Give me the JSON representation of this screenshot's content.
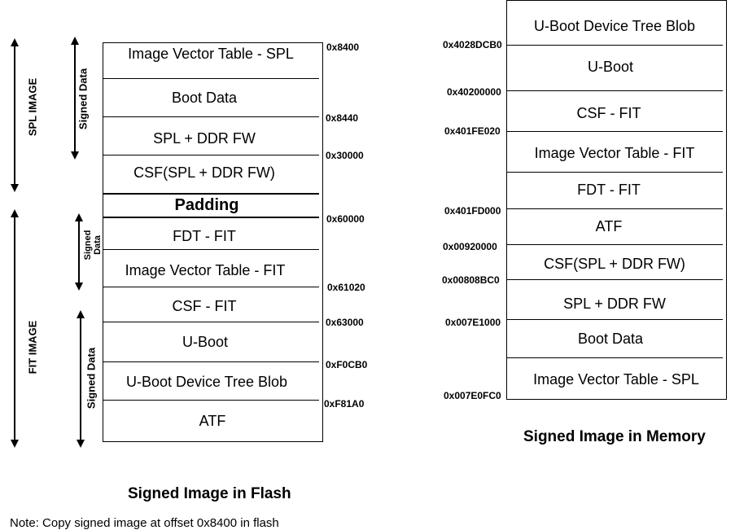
{
  "flash": {
    "segments": [
      "Image Vector Table - SPL",
      "Boot Data",
      "SPL + DDR FW",
      "CSF(SPL + DDR FW)",
      "Padding",
      "FDT - FIT",
      "Image Vector Table - FIT",
      "CSF - FIT",
      "U-Boot",
      "U-Boot Device Tree Blob",
      "ATF"
    ],
    "addresses": [
      "0x8400",
      "0x8440",
      "0x30000",
      "0x60000",
      "0x61020",
      "0x63000",
      "0xF0CB0",
      "0xF81A0"
    ],
    "side_labels": {
      "spl_image": "SPL IMAGE",
      "fit_image": "FIT IMAGE",
      "signed_data_1": "Signed Data",
      "signed_data_2": "Signed Data",
      "signed_data_3": "Signed Data"
    },
    "caption": "Signed Image in Flash",
    "note": "Note: Copy signed image at offset 0x8400 in flash"
  },
  "memory": {
    "segments": [
      "U-Boot Device Tree Blob",
      "U-Boot",
      "CSF - FIT",
      "Image Vector Table - FIT",
      "FDT - FIT",
      "ATF",
      "CSF(SPL + DDR FW)",
      "SPL + DDR FW",
      "Boot Data",
      "Image Vector Table - SPL"
    ],
    "addresses": [
      "0x4028DCB0",
      "0x40200000",
      "0x401FE020",
      "0x401FD000",
      "0x00920000",
      "0x00808BC0",
      "0x007E1000",
      "0x007E0FC0"
    ],
    "caption": "Signed Image in Memory"
  }
}
